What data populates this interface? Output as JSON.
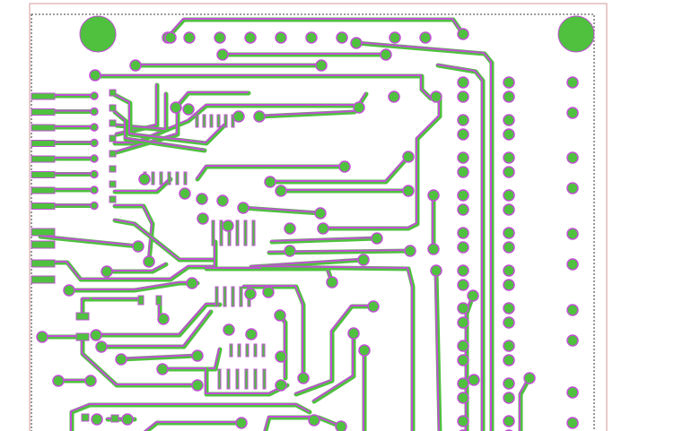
{
  "colors": {
    "background": "#ffffff",
    "trace": "#c24fd6",
    "copper": "#4fc13f",
    "board_outline": "#d49a9a",
    "dimension_line": "#000000"
  },
  "board": {
    "layers": [
      "top-copper",
      "bottom-copper"
    ]
  },
  "icons": {
    "mounting_hole": "filled-circle",
    "via": "ring-pad",
    "smd_pad": "rect-pad"
  }
}
